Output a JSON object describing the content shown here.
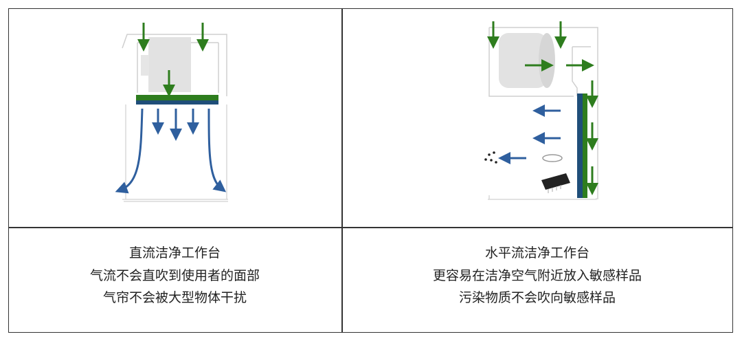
{
  "colors": {
    "green": "#2e7d1e",
    "navy": "#1f4e79",
    "blue_arrow": "#2f5f9e",
    "outline": "#cfcfcf",
    "fan": "#e2e2e2"
  },
  "left": {
    "title": "直流洁净工作台",
    "lines": [
      "气流不会直吹到使用者的面部",
      "气帘不会被大型物体干扰"
    ]
  },
  "right": {
    "title": "水平流洁净工作台",
    "lines": [
      "更容易在洁净空气附近放入敏感样品",
      "污染物质不会吹向敏感样品"
    ]
  }
}
